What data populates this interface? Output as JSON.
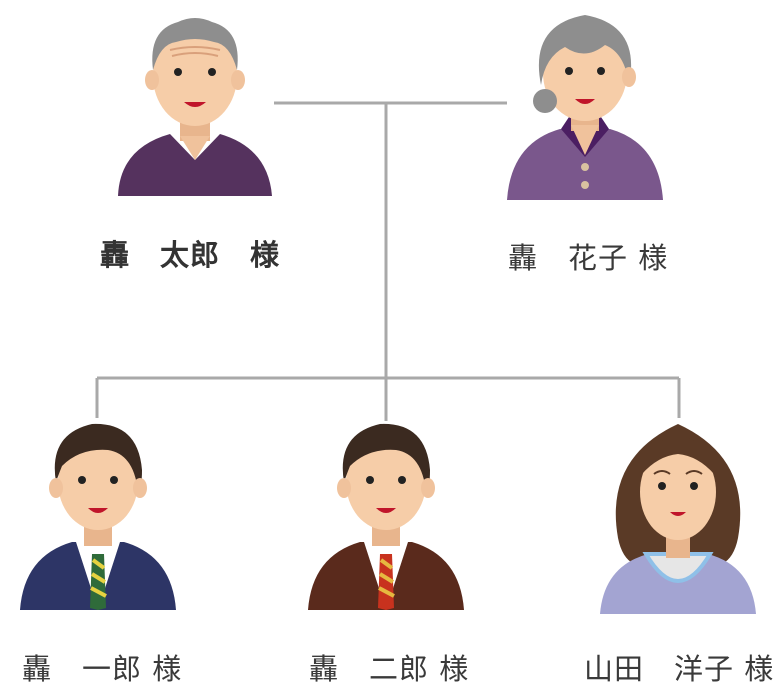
{
  "family": {
    "grandfather": {
      "name": "轟　太郎　様",
      "icon": "elderly-man-icon"
    },
    "grandmother": {
      "name": "轟　花子 様",
      "icon": "elderly-woman-icon"
    },
    "children": [
      {
        "name": "轟　一郎 様",
        "icon": "man-navy-suit-icon"
      },
      {
        "name": "轟　二郎 様",
        "icon": "man-brown-suit-icon"
      },
      {
        "name": "山田　洋子 様",
        "icon": "young-woman-icon"
      }
    ]
  },
  "colors": {
    "line": "#a9a9a9",
    "skin": "#f6cda8",
    "navy_suit": "#2d3566",
    "brown_suit": "#5a2a1c",
    "purple_sweater": "#55325e",
    "purple_dress": "#7a578c",
    "lavender_top": "#a3a4d2"
  }
}
